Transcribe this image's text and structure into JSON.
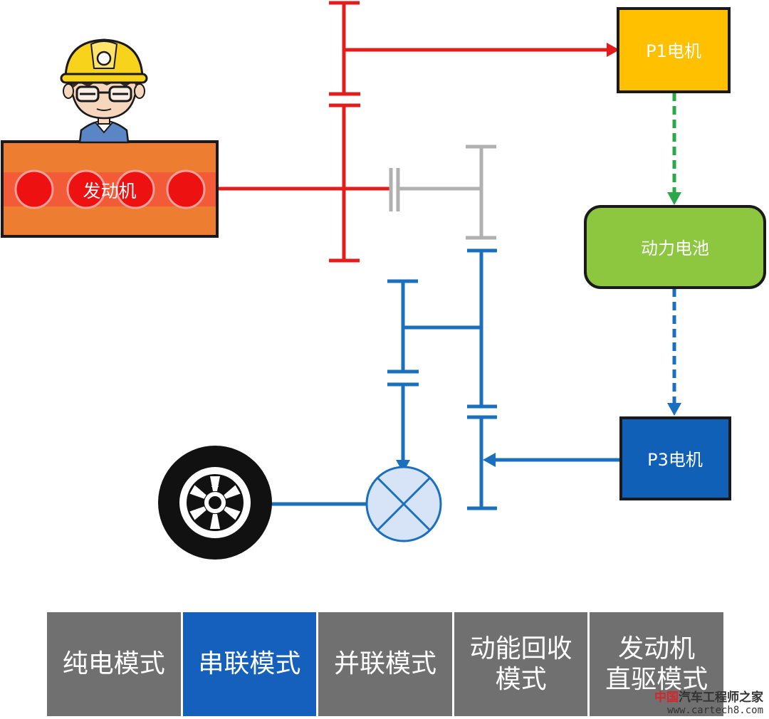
{
  "labels": {
    "engine": "发动机",
    "p1_motor": "P1电机",
    "battery": "动力电池",
    "p3_motor": "P3电机"
  },
  "modes": [
    {
      "label": "纯电模式",
      "active": false
    },
    {
      "label": "串联模式",
      "active": true
    },
    {
      "label": "并联模式",
      "active": false
    },
    {
      "label": "动能回收\n模式",
      "active": false
    },
    {
      "label": "发动机\n直驱模式",
      "active": false
    }
  ],
  "watermark": {
    "title_red": "中国",
    "title_rest": "汽车工程师之家",
    "url": "www.cartech8.com"
  },
  "colors": {
    "engine_path": "#e31c1c",
    "drive_path": "#1a6fbf",
    "inactive_path": "#b0b0b0",
    "charge_flow": "#2aa84a",
    "p1_motor_fill": "#ffc000",
    "battery_fill": "#8dc63f",
    "p3_motor_fill": "#1060b8",
    "engine_fill": "#ed7d31",
    "mode_active": "#1560bd",
    "mode_inactive": "#707070"
  }
}
